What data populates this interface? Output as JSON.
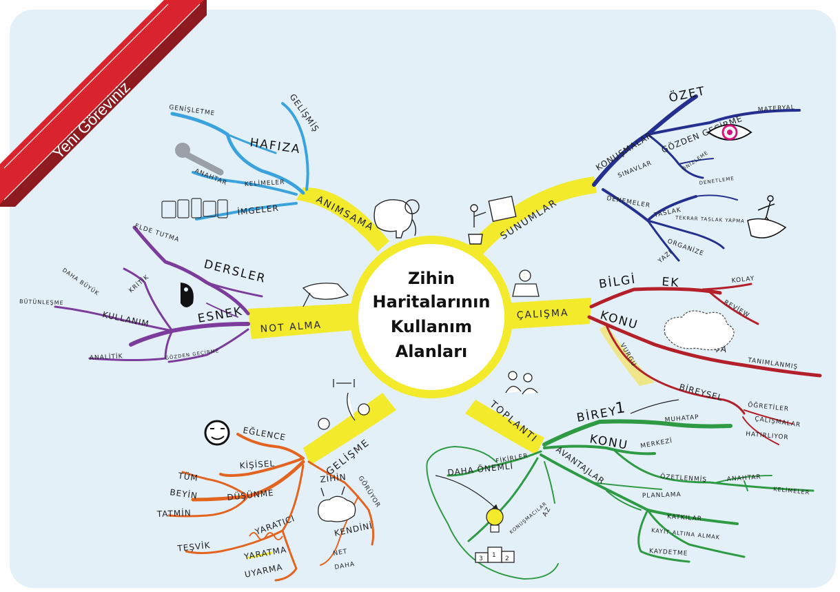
{
  "badge": "Yeni Göreviniz",
  "center": {
    "line1": "Zihin",
    "line2": "Haritalarının",
    "line3": "Kullanım",
    "line4": "Alanları"
  },
  "branches": {
    "animsama": {
      "label": "ANIMSAMA",
      "sub": [
        "GENİŞLETME",
        "HAFIZA",
        "GELİŞMİŞ",
        "ANAHTAR",
        "KELİMELER",
        "İMGELER"
      ]
    },
    "sunumlar": {
      "label": "SUNUMLAR",
      "sub": [
        "ÖZET",
        "MATERYAL",
        "KONUŞMALAR",
        "SINAVLAR",
        "GÖZDEN GEÇİRME",
        "ÖNİZLEME",
        "DENETLEME",
        "DENEMELER",
        "TASLAK",
        "TEKRAR TASLAK YAPMA",
        "ORGANİZE",
        "YAZI"
      ]
    },
    "not_alma": {
      "label": "NOT ALMA",
      "sub": [
        "ELDE TUTMA",
        "DERSLER",
        "DAHA BÜYÜK",
        "KRİTİK",
        "BÜTÜNLEŞME",
        "KULLANIM",
        "ESNEK",
        "ANALİTİK",
        "GÖZDEN GEÇİRME"
      ]
    },
    "calisma": {
      "label": "ÇALIŞMA",
      "sub": [
        "BİLGİ",
        "EK",
        "KOLAY",
        "REVİEW",
        "KONU",
        "KARMAŞA",
        "VURGU",
        "TANIMLANMIŞ",
        "BİREYSEL",
        "ÖĞRETİLER",
        "ÇALIŞMALAR",
        "HATIRLIYOR"
      ]
    },
    "gelisme": {
      "label": "GELİŞME",
      "sub": [
        "EĞLENCE",
        "KİŞİSEL",
        "TÜM",
        "BEYİN",
        "DÜŞÜNME",
        "TATMİN",
        "YARATICI",
        "TEŞVİK",
        "YARATMA",
        "UYARMA",
        "ZİHİN",
        "GÖRÜYOR",
        "KENDİNİ",
        "NET",
        "DAHA"
      ]
    },
    "toplanti": {
      "label": "TOPLANTI",
      "sub": [
        "BİREY",
        "MUHATAP",
        "KONU",
        "MERKEZİ",
        "FİKİRLER",
        "DAHA ÖNEMLİ",
        "AVANTAJLAR",
        "ÖZETLENMİŞ",
        "ANAHTAR",
        "KELİMELER",
        "PLANLAMA",
        "KONUŞMACILAR",
        "AZ",
        "KATKILAR",
        "KAYIT ALTINA ALMAK",
        "KAYDETME"
      ]
    }
  },
  "colors": {
    "background": "#e4f0f8",
    "ribbon": "#d9232d",
    "hub": "#f2ea2a",
    "animsama": "#3aa3de",
    "sunumlar": "#24308f",
    "not_alma": "#7b3c9c",
    "calisma": "#b3202a",
    "gelisme": "#e2641f",
    "toplanti": "#2e9a44"
  },
  "icons": [
    "elephant-icon",
    "presenter-icon",
    "book-reader-icon",
    "meeting-icon",
    "exercise-icon",
    "writing-hand-icon",
    "key-icon",
    "books-icon",
    "eye-icon",
    "skier-icon",
    "cloud-icon",
    "lightbulb-icon",
    "podium-icon",
    "smiley-icon",
    "brain-icon",
    "pen-nib-icon"
  ],
  "podium_numbers": [
    "1",
    "2",
    "3"
  ],
  "birey_number": "1"
}
